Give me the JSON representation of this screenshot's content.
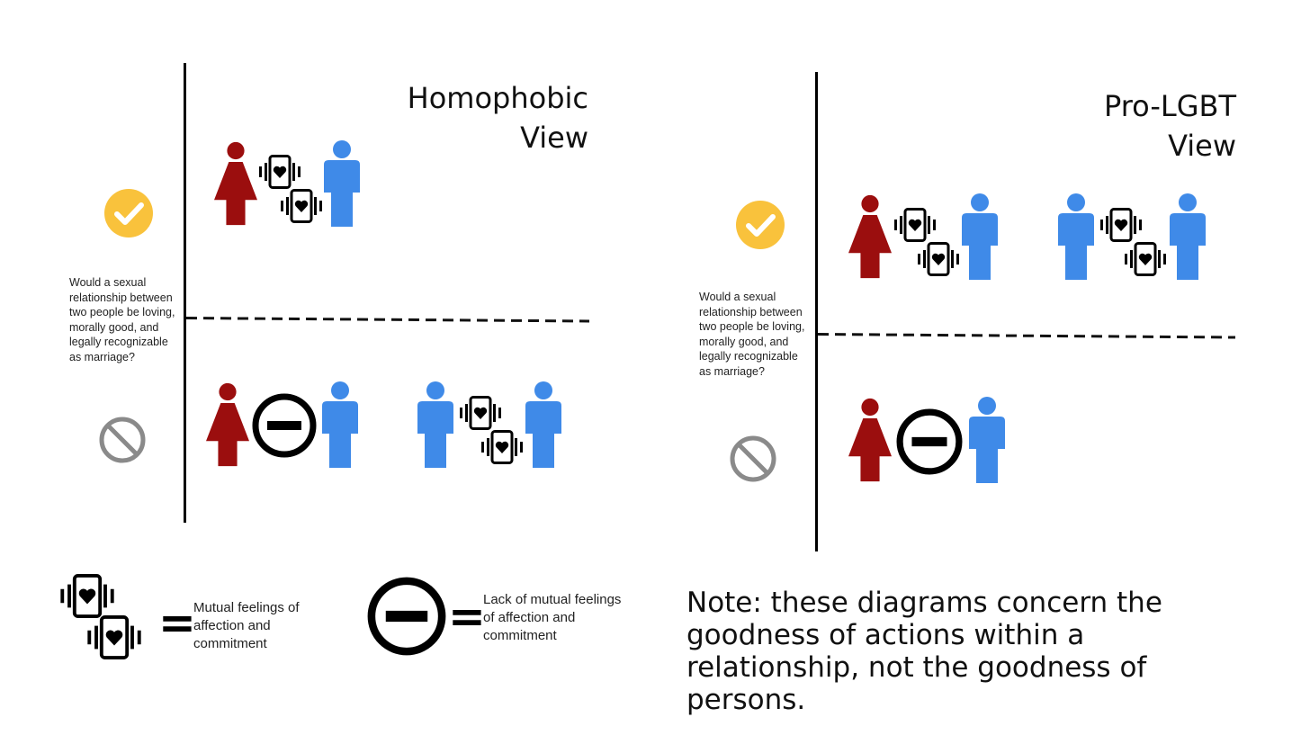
{
  "colors": {
    "woman": "#9b0e0e",
    "man": "#3f8ae8",
    "check": "#f9c23c",
    "forbid": "#8a8a8a",
    "line": "#000000"
  },
  "left_panel": {
    "title_line1": "Homophobic",
    "title_line2": "View",
    "question": "Would a sexual relationship between two people be loving, morally good, and legally recognizable as marriage?",
    "yes_icon": "check-circle-icon",
    "no_icon": "prohibited-icon",
    "yes_row": [
      "woman-man-mutual-affection"
    ],
    "no_row": [
      "woman-man-no-mutual-affection",
      "man-man-mutual-affection"
    ]
  },
  "right_panel": {
    "title_line1": "Pro-LGBT",
    "title_line2": "View",
    "question": "Would a sexual relationship between two people be loving, morally good, and legally recognizable as marriage?",
    "yes_icon": "check-circle-icon",
    "no_icon": "prohibited-icon",
    "yes_row": [
      "woman-man-mutual-affection",
      "man-man-mutual-affection"
    ],
    "no_row": [
      "woman-man-no-mutual-affection"
    ]
  },
  "legend": {
    "mutual_label": "Mutual feelings of affection and commitment",
    "lack_label": "Lack of mutual feelings of affection and commitment",
    "equals": "="
  },
  "note": "Note: these diagrams concern the goodness of actions within a relationship, not the goodness of persons."
}
